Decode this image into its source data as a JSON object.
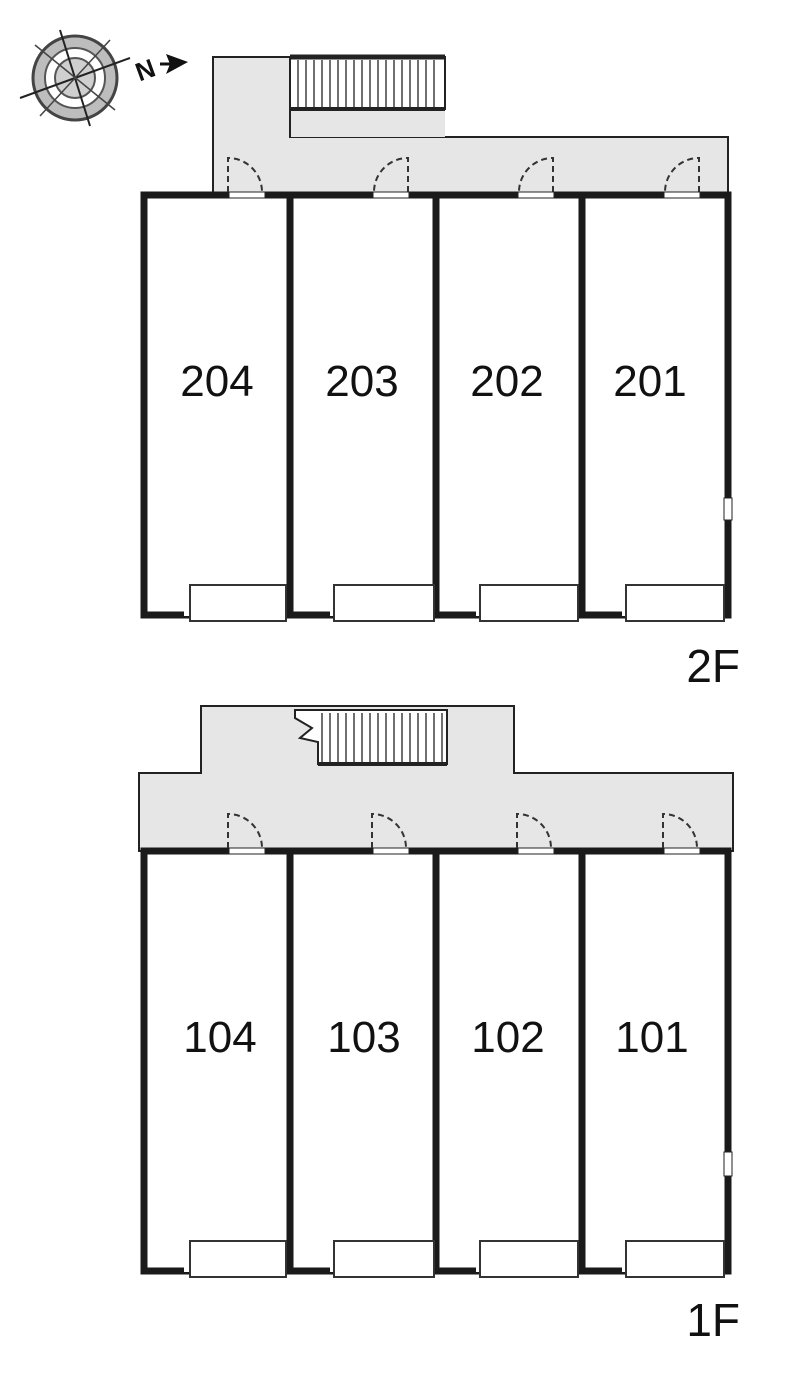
{
  "compass": {
    "label": "N"
  },
  "floors": [
    {
      "label": "2F",
      "rooms": [
        "204",
        "203",
        "202",
        "201"
      ]
    },
    {
      "label": "1F",
      "rooms": [
        "104",
        "103",
        "102",
        "101"
      ]
    }
  ]
}
